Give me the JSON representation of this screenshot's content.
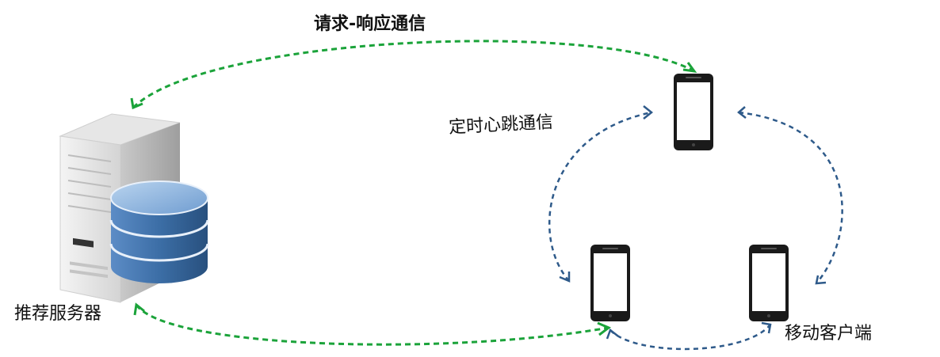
{
  "labels": {
    "request_response": "请求-响应通信",
    "heartbeat": "定时心跳通信",
    "server": "推荐服务器",
    "mobile_clients": "移动客户端"
  },
  "colors": {
    "green_arrow": "#1ba33a",
    "blue_arrow": "#2e5a8a",
    "db_blue": "#3c6ea6",
    "db_top": "#9cc0e6",
    "phone_body": "#1a1a1a"
  },
  "icons": [
    "server-tower-icon",
    "database-icon",
    "smartphone-icon"
  ]
}
